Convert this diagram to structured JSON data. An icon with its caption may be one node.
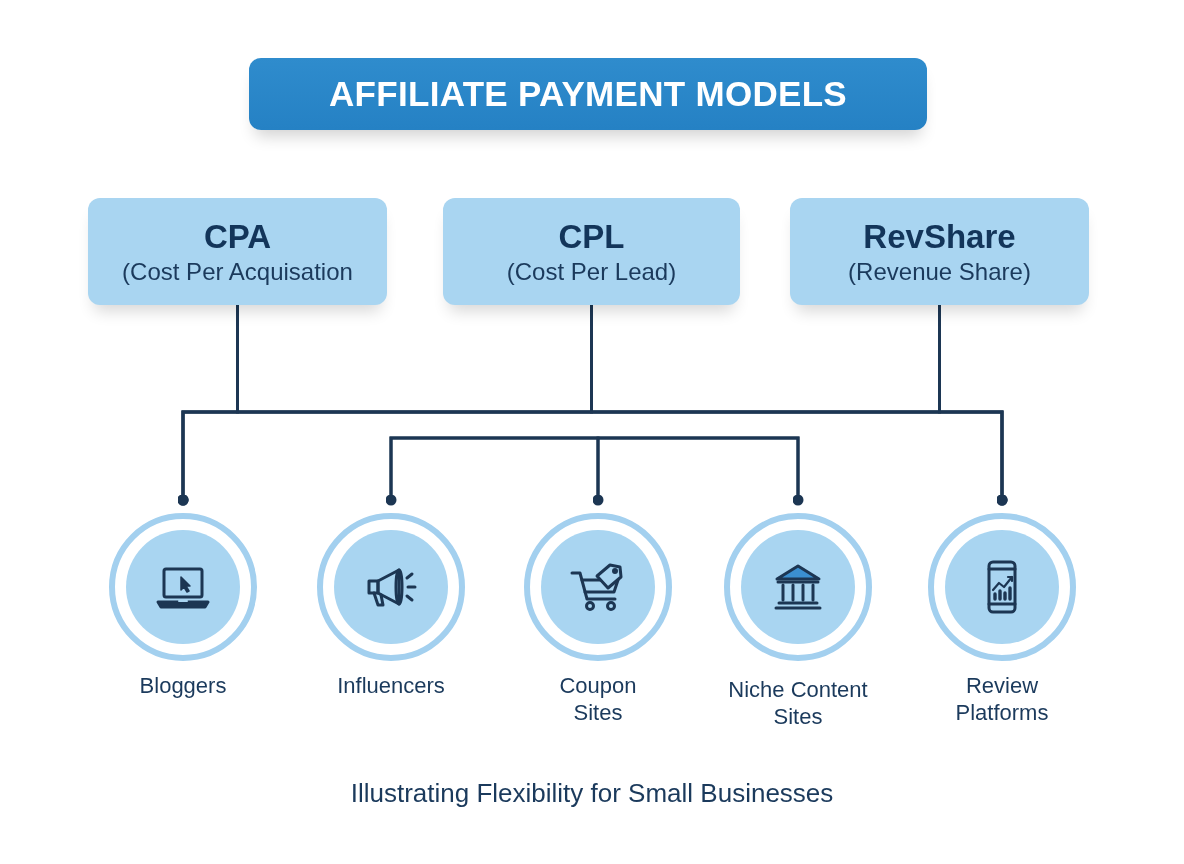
{
  "diagram": {
    "title": "AFFILIATE PAYMENT MODELS",
    "caption": "Illustrating Flexibility for Small Businesses",
    "nodes": [
      {
        "text": [
          "CPA",
          "(Cost Per Acquisation"
        ]
      },
      {
        "text": [
          "CPL",
          "(Cost Per Lead)"
        ]
      },
      {
        "text": [
          "RevShare",
          "(Revenue Share)"
        ]
      },
      {
        "text": [
          "Bloggers"
        ]
      },
      {
        "text": [
          "Influencers"
        ]
      },
      {
        "text": [
          "Coupon Sites"
        ]
      },
      {
        "text": [
          "Niche Content Sites"
        ]
      },
      {
        "text": [
          "Review Platforms"
        ]
      }
    ],
    "edges": [
      {
        "from": 0,
        "to": 3,
        "arrow": "other"
      },
      {
        "from": 0,
        "to": 7,
        "arrow": "other"
      },
      {
        "from": 1,
        "to": 3,
        "arrow": "other"
      },
      {
        "from": 1,
        "to": 7,
        "arrow": "other"
      },
      {
        "from": 2,
        "to": 3,
        "arrow": "other"
      },
      {
        "from": 2,
        "to": 7,
        "arrow": "other"
      },
      {
        "from": 4,
        "to": 5,
        "arrow": "other"
      },
      {
        "from": 5,
        "to": 6,
        "arrow": "other"
      },
      {
        "from": 6,
        "to": 4,
        "arrow": "other"
      }
    ]
  }
}
